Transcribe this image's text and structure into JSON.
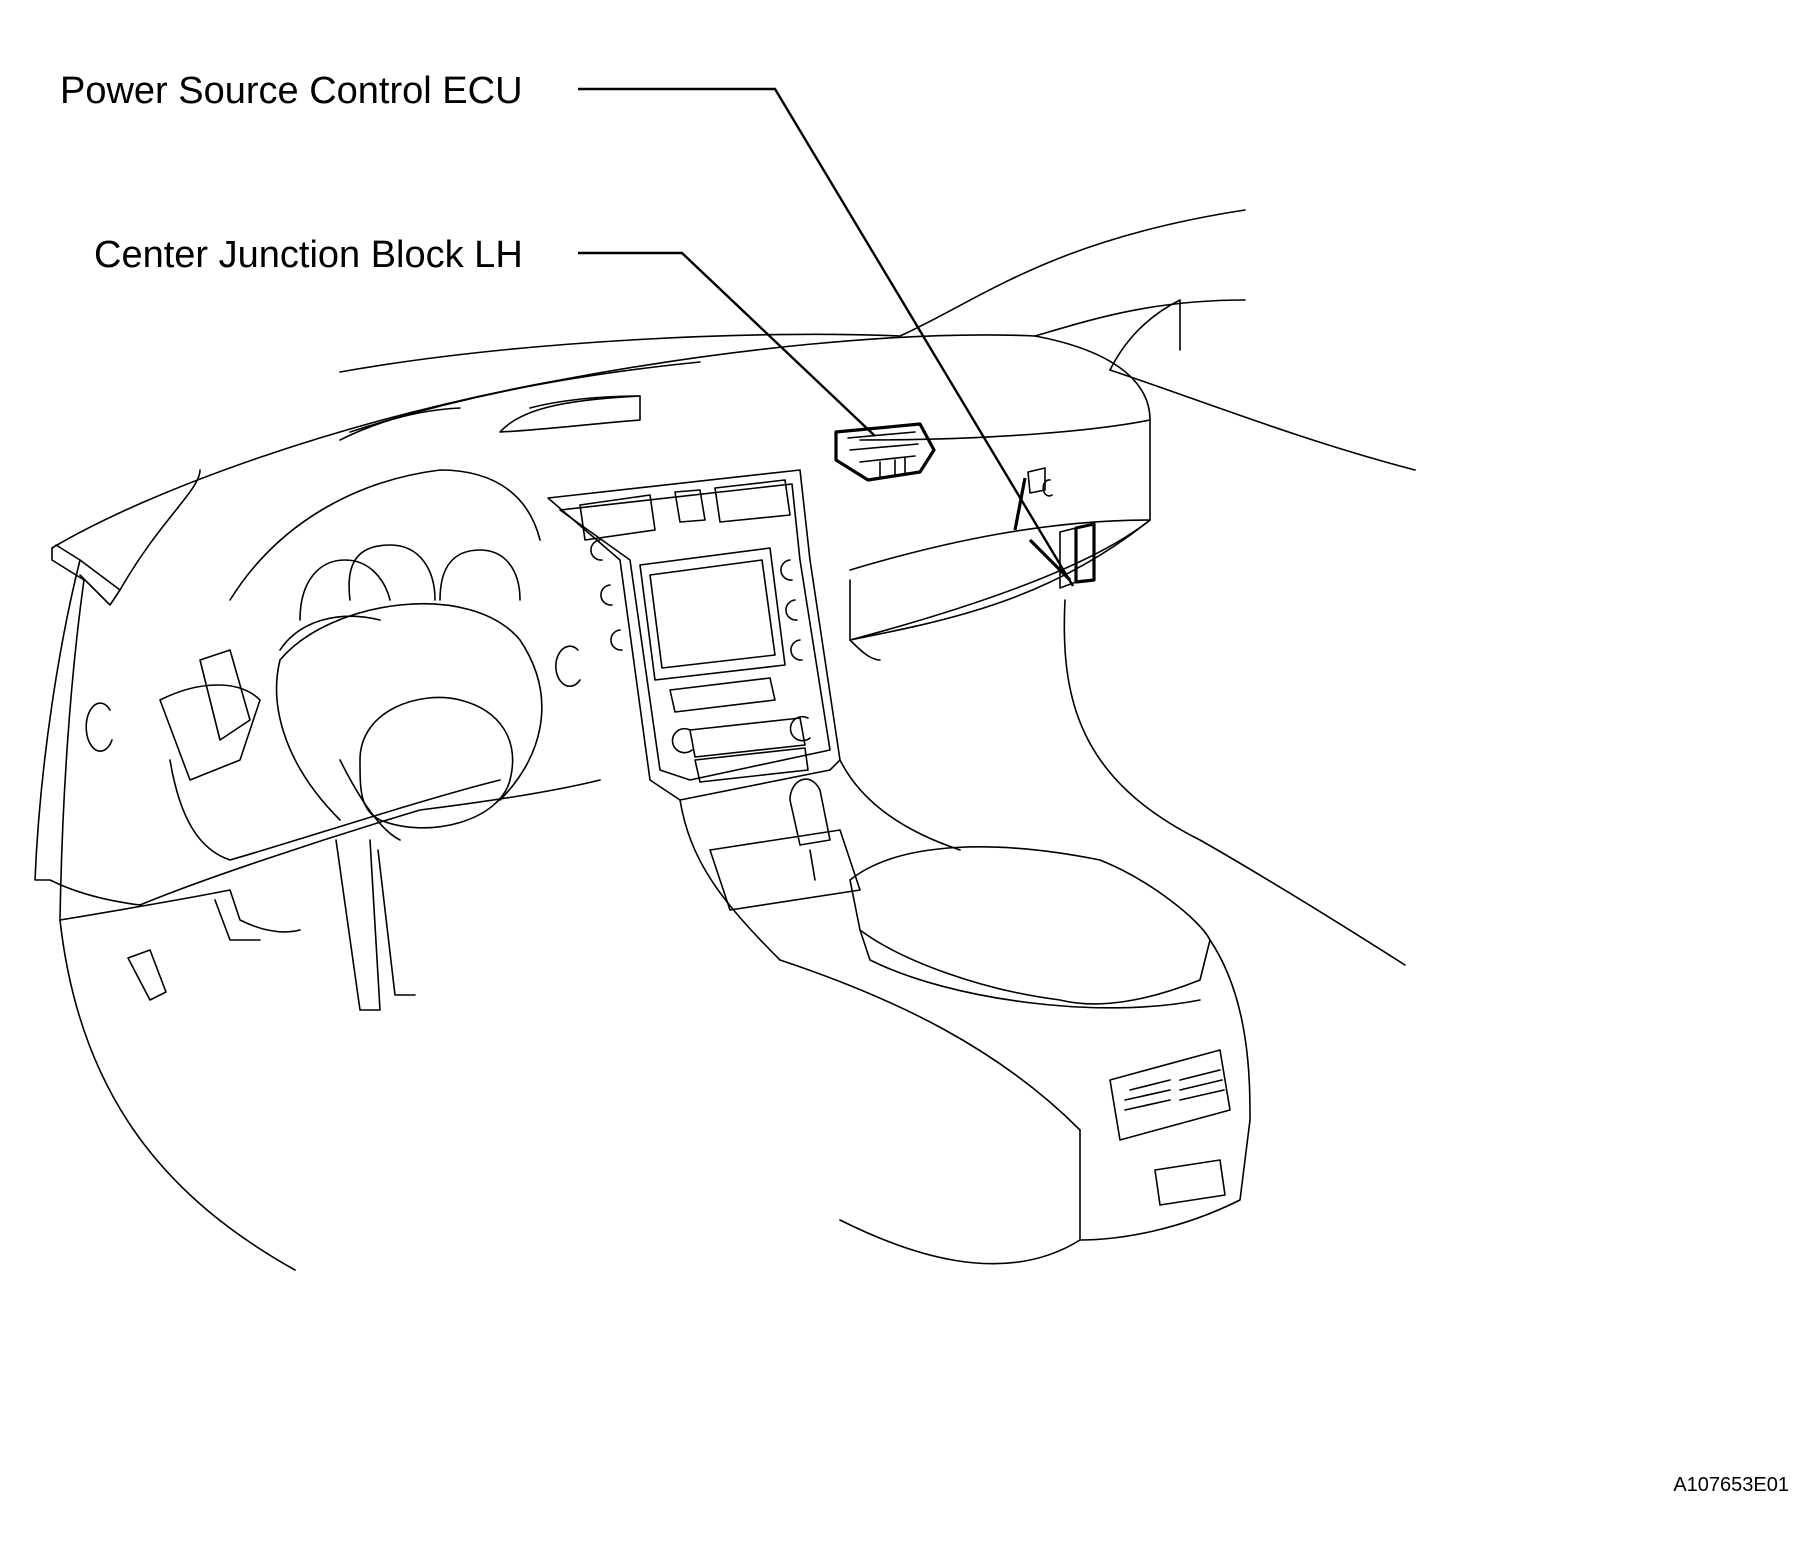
{
  "labels": {
    "power_source_ecu": "Power Source Control ECU",
    "center_junction_block": "Center Junction Block  LH"
  },
  "figure_id": "A107653E01"
}
